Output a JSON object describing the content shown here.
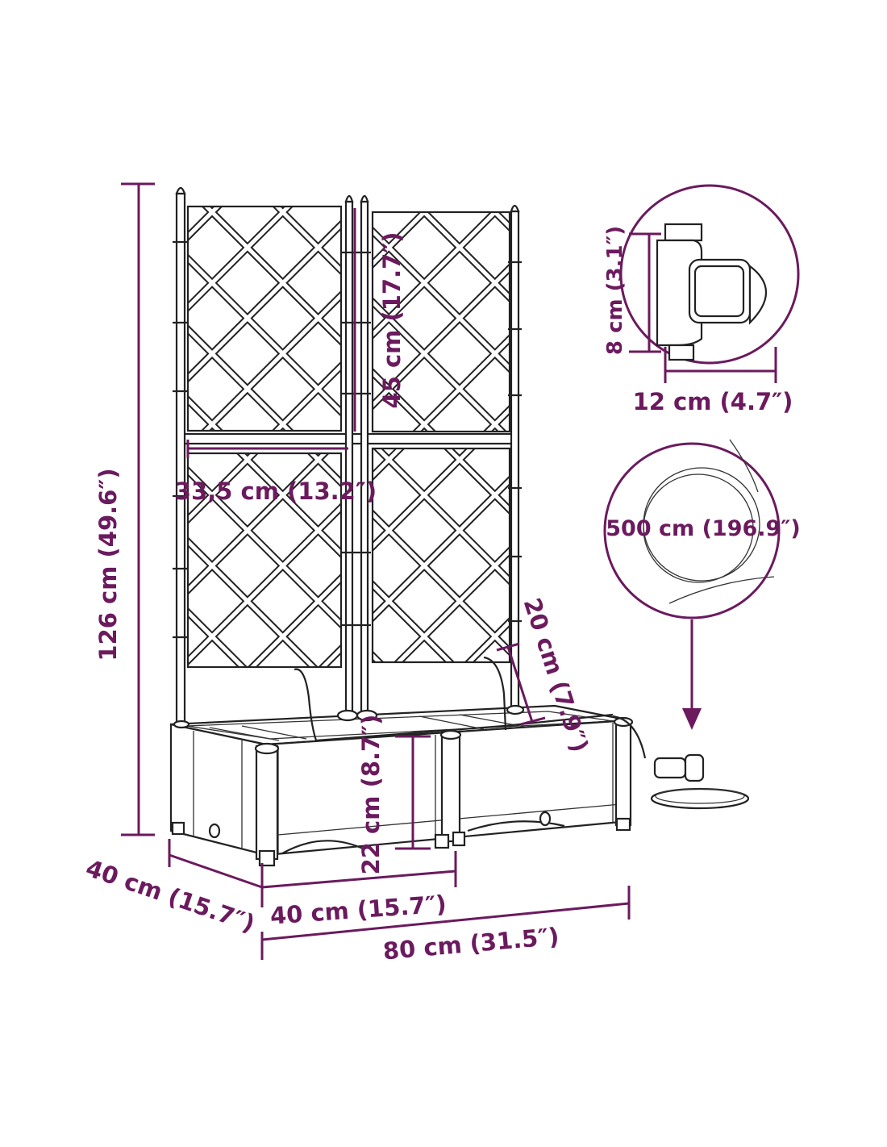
{
  "dimensions": {
    "total_height": "126 cm (49.6″)",
    "trellis_panel_height": "45 cm (17.7″)",
    "trellis_panel_width": "33,5 cm (13.2″)",
    "dripper_height": "20 cm (7.9″)",
    "box_height": "22 cm (8.7″)",
    "depth": "40 cm (15.7″)",
    "box_width": "40 cm (15.7″)",
    "total_width": "80 cm (31.5″)",
    "timer_height": "8 cm (3.1″)",
    "timer_width": "12 cm (4.7″)",
    "hose_length": "500 cm (196.9″)"
  },
  "colors": {
    "dimension": "#6b1a5e",
    "drawing": "#222222",
    "background": "#ffffff"
  }
}
